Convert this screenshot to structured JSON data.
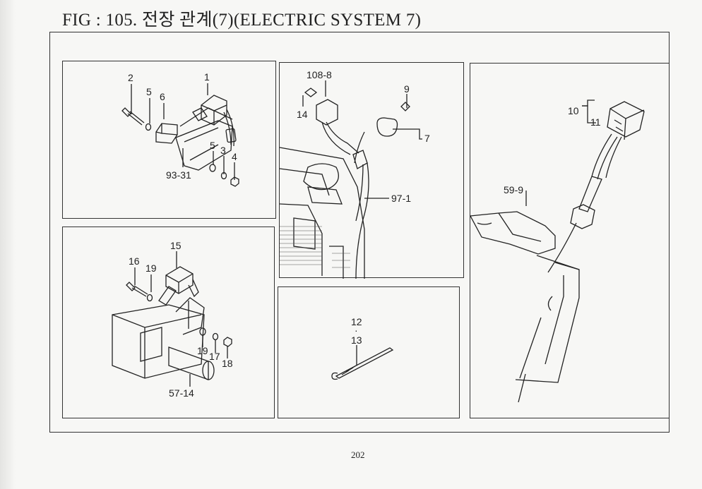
{
  "figure": {
    "title": "FIG : 105. 전장 관계(7)(ELECTRIC SYSTEM 7)",
    "page_number": "202"
  },
  "panels": {
    "top_left": {
      "callouts": [
        "1",
        "2",
        "5",
        "6",
        "5",
        "3",
        "4",
        "93-31"
      ]
    },
    "bottom_left": {
      "callouts": [
        "15",
        "16",
        "19",
        "19",
        "17",
        "18",
        "57-14"
      ]
    },
    "top_middle": {
      "callouts": [
        "108-8",
        "14",
        "9",
        "7",
        "97-1"
      ]
    },
    "bottom_middle": {
      "callouts": [
        "12",
        "·",
        "13"
      ]
    },
    "right": {
      "callouts": [
        "10",
        "11",
        "59-9"
      ]
    }
  }
}
